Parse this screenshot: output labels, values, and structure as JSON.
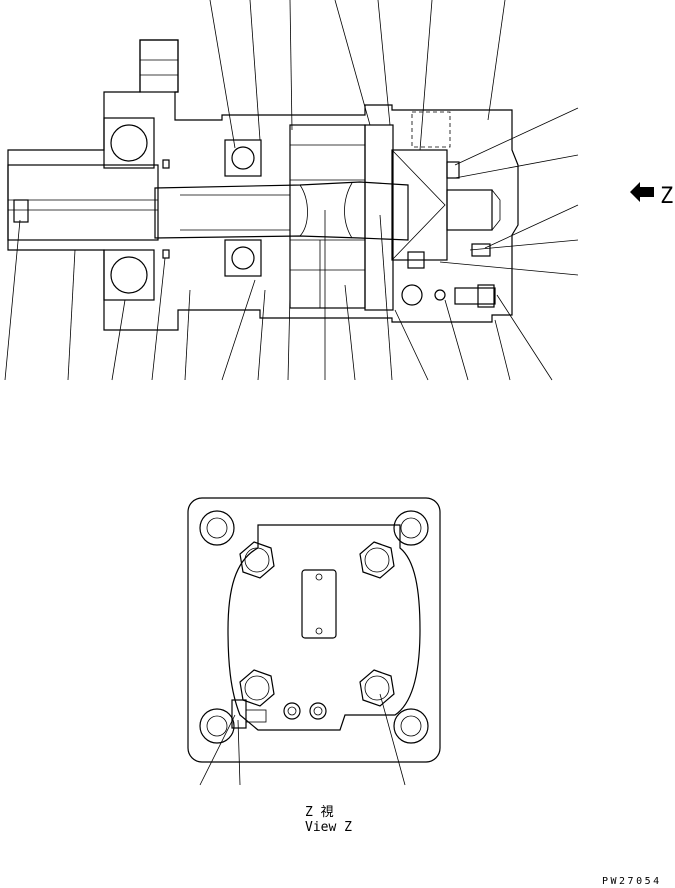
{
  "view_marker": {
    "arrow_letter": "Z"
  },
  "view_caption": {
    "line1": "Z 視",
    "line2": "View Z"
  },
  "drawing_number": "PW27054"
}
